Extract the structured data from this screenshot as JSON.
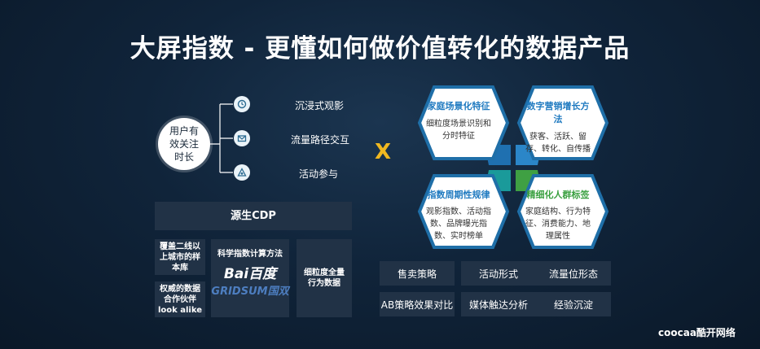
{
  "title": "大屏指数 - 更懂如何做价值转化的数据产品",
  "left": {
    "user_circle": "用户有效关注时长",
    "branches": [
      {
        "label": "沉浸式观影",
        "icon": "clock-icon"
      },
      {
        "label": "流量路径交互",
        "icon": "mail-icon"
      },
      {
        "label": "活动参与",
        "icon": "activity-icon"
      }
    ],
    "cdp": "源生CDP",
    "box_coverage": "覆盖二线以上城市的样本库",
    "box_authority": "权威的数据合作伙伴 look alike",
    "box_method": "科学指数计算方法",
    "baidu_brand": "Bai百度",
    "gridsum_brand": "GRIDSUM国双",
    "box_granular": "细粒度全量行为数据"
  },
  "multiply": "X",
  "hexes": [
    {
      "title": "家庭场景化特征",
      "body": "细粒度场景识别和分时特征",
      "color": "#1f7ac0"
    },
    {
      "title": "数字营销增长方法",
      "body": "获客、活跃、留存、转化、自传播",
      "color": "#1f7ac0"
    },
    {
      "title": "指数周期性规律",
      "body": "观影指数、活动指数、品牌曝光指数、实时榜单",
      "color": "#1d9a9a"
    },
    {
      "title": "精细化人群标签",
      "body": "家庭结构、行为特征、消费能力、地理属性",
      "color": "#3aa040"
    }
  ],
  "pills": [
    "售卖策略",
    "活动形式",
    "流量位形态",
    "AB策略效果对比",
    "媒体触达分析",
    "经验沉淀"
  ],
  "logo": "coocaa酷开网络"
}
